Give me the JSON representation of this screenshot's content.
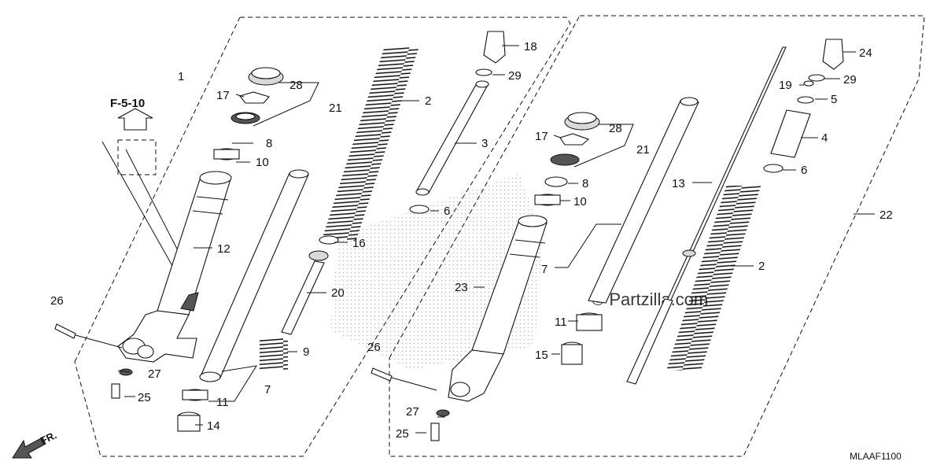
{
  "diagram": {
    "ref_code": "MLAAF1100",
    "front_arrow_label": "FR.",
    "figure_ref": "F-5-10",
    "watermark": "© Partzilla.com",
    "callouts": [
      {
        "id": "c1",
        "text": "1"
      },
      {
        "id": "c28a",
        "text": "28"
      },
      {
        "id": "c17a",
        "text": "17"
      },
      {
        "id": "c21a",
        "text": "21"
      },
      {
        "id": "c8a",
        "text": "8"
      },
      {
        "id": "c10a",
        "text": "10"
      },
      {
        "id": "c12",
        "text": "12"
      },
      {
        "id": "c26a",
        "text": "26"
      },
      {
        "id": "c27a",
        "text": "27"
      },
      {
        "id": "c25a",
        "text": "25"
      },
      {
        "id": "c11a",
        "text": "11"
      },
      {
        "id": "c7a",
        "text": "7"
      },
      {
        "id": "c14",
        "text": "14"
      },
      {
        "id": "c9",
        "text": "9"
      },
      {
        "id": "c20",
        "text": "20"
      },
      {
        "id": "c16",
        "text": "16"
      },
      {
        "id": "c2a",
        "text": "2"
      },
      {
        "id": "c3",
        "text": "3"
      },
      {
        "id": "c6a",
        "text": "6"
      },
      {
        "id": "c18",
        "text": "18"
      },
      {
        "id": "c29a",
        "text": "29"
      },
      {
        "id": "c23",
        "text": "23"
      },
      {
        "id": "c26b",
        "text": "26"
      },
      {
        "id": "c27b",
        "text": "27"
      },
      {
        "id": "c25b",
        "text": "25"
      },
      {
        "id": "c28b",
        "text": "28"
      },
      {
        "id": "c17b",
        "text": "17"
      },
      {
        "id": "c21b",
        "text": "21"
      },
      {
        "id": "c8b",
        "text": "8"
      },
      {
        "id": "c10b",
        "text": "10"
      },
      {
        "id": "c7b",
        "text": "7"
      },
      {
        "id": "c11b",
        "text": "11"
      },
      {
        "id": "c15",
        "text": "15"
      },
      {
        "id": "c13",
        "text": "13"
      },
      {
        "id": "c2b",
        "text": "2"
      },
      {
        "id": "c24",
        "text": "24"
      },
      {
        "id": "c19",
        "text": "19"
      },
      {
        "id": "c29b",
        "text": "29"
      },
      {
        "id": "c5",
        "text": "5"
      },
      {
        "id": "c4",
        "text": "4"
      },
      {
        "id": "c6b",
        "text": "6"
      },
      {
        "id": "c22",
        "text": "22"
      }
    ]
  }
}
